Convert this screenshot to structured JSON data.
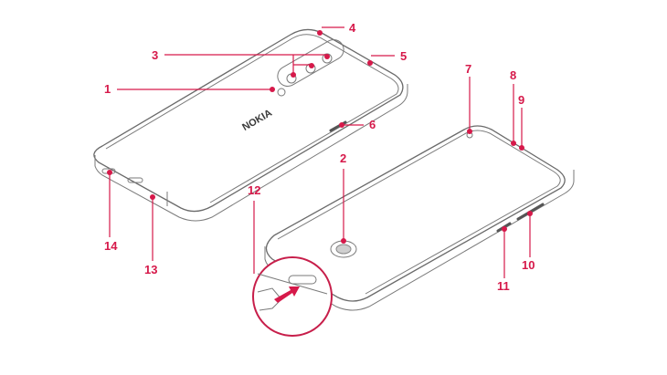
{
  "diagram": {
    "subject": "Nokia smartphone parts diagram",
    "brand_text": "NOKIA",
    "accent_color": "#d6194a",
    "line_color": "#6a6a6a",
    "views": [
      "back-view",
      "front-view",
      "usb-port-detail"
    ],
    "callouts": [
      {
        "number": "1",
        "part": "flash",
        "view": "back"
      },
      {
        "number": "2",
        "part": "fingerprint-sensor",
        "view": "front"
      },
      {
        "number": "3",
        "part": "rear-cameras",
        "view": "back"
      },
      {
        "number": "4",
        "part": "top-edge-port",
        "view": "back"
      },
      {
        "number": "5",
        "part": "top-edge-microphone",
        "view": "back"
      },
      {
        "number": "6",
        "part": "side-slot",
        "view": "back"
      },
      {
        "number": "7",
        "part": "front-camera",
        "view": "front"
      },
      {
        "number": "8",
        "part": "top-edge-point-8",
        "view": "front"
      },
      {
        "number": "9",
        "part": "top-edge-point-9",
        "view": "front"
      },
      {
        "number": "10",
        "part": "volume-keys",
        "view": "front"
      },
      {
        "number": "11",
        "part": "power-key",
        "view": "front"
      },
      {
        "number": "12",
        "part": "usb-connector",
        "view": "detail"
      },
      {
        "number": "13",
        "part": "microphone",
        "view": "back"
      },
      {
        "number": "14",
        "part": "sim-tray",
        "view": "back"
      }
    ]
  }
}
